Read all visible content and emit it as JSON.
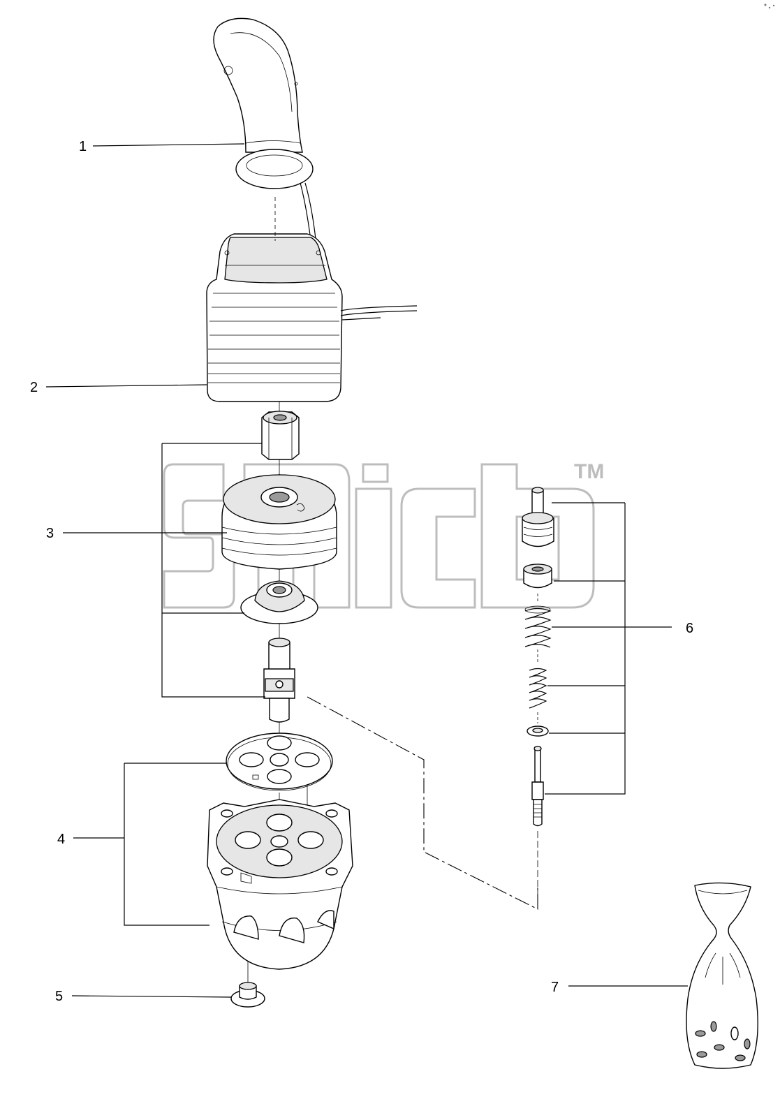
{
  "diagram": {
    "callouts": [
      {
        "id": "callout-1",
        "text": "1"
      },
      {
        "id": "callout-2",
        "text": "2"
      },
      {
        "id": "callout-3",
        "text": "3"
      },
      {
        "id": "callout-4",
        "text": "4"
      },
      {
        "id": "callout-5",
        "text": "5"
      },
      {
        "id": "callout-6",
        "text": "6"
      },
      {
        "id": "callout-7",
        "text": "7"
      }
    ],
    "watermark": {
      "trademark": "TM"
    }
  }
}
